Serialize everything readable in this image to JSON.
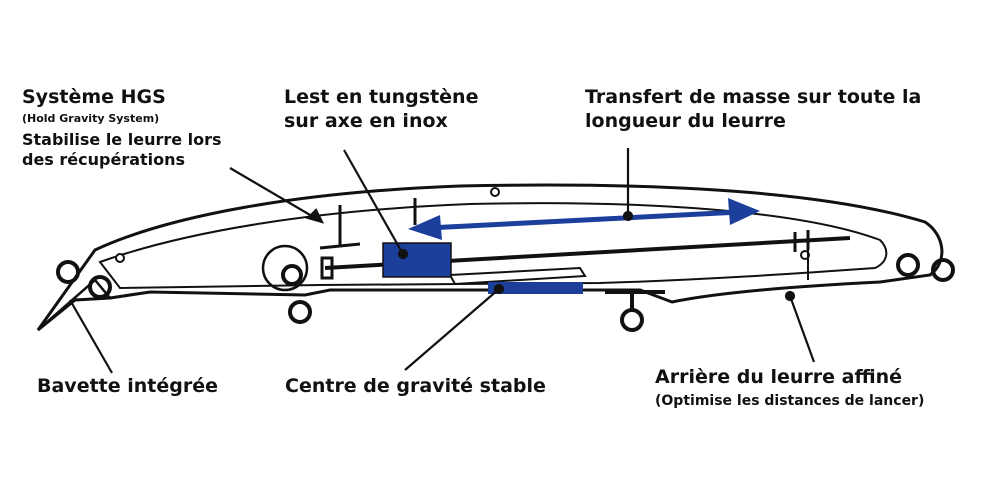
{
  "labels": {
    "hgs_title": "Système HGS",
    "hgs_subtitle": "(Hold Gravity System)",
    "hgs_description": "Stabilise le leurre lors des récupérations",
    "lest_line1": "Lest en tungstène",
    "lest_line2": "sur axe en inox",
    "transfert_line1": "Transfert de masse sur toute la",
    "transfert_line2": "longueur du leurre",
    "bavette": "Bavette intégrée",
    "centre": "Centre de gravité stable",
    "arriere": "Arrière du leurre affiné",
    "arriere_sub": "(Optimise les distances de lancer)"
  },
  "colors": {
    "line": "#111111",
    "accent": "#1c3f9c",
    "background": "#ffffff"
  }
}
